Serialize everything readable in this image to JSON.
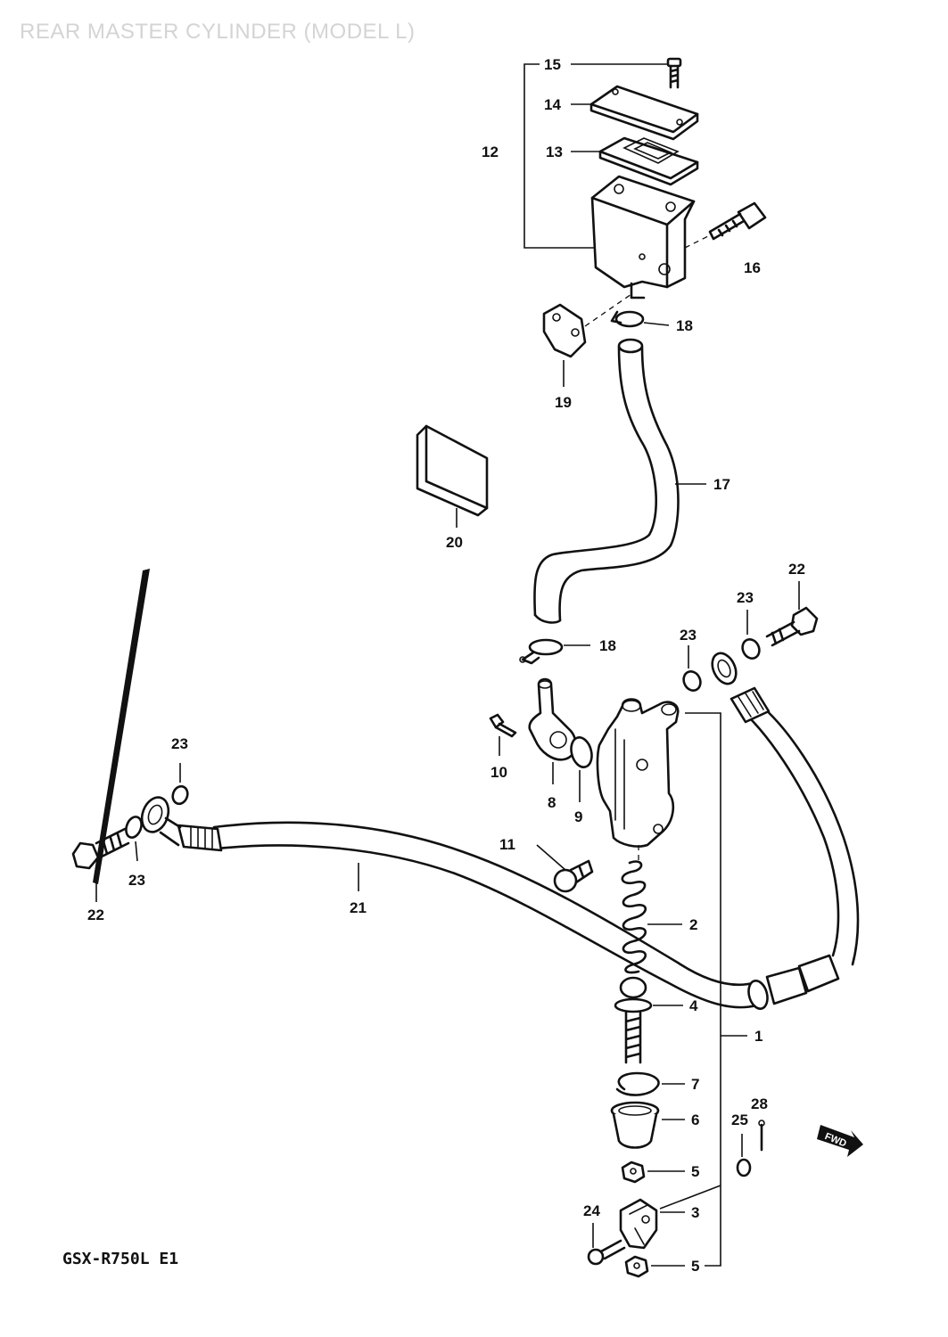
{
  "title": "REAR MASTER CYLINDER (MODEL L)",
  "model_code": "GSX-R750L  E1",
  "forward_label": "FWD",
  "callouts": [
    {
      "id": "c15",
      "label": "15"
    },
    {
      "id": "c14",
      "label": "14"
    },
    {
      "id": "c13",
      "label": "13"
    },
    {
      "id": "c12",
      "label": "12"
    },
    {
      "id": "c16",
      "label": "16"
    },
    {
      "id": "c18a",
      "label": "18"
    },
    {
      "id": "c19",
      "label": "19"
    },
    {
      "id": "c17",
      "label": "17"
    },
    {
      "id": "c20",
      "label": "20"
    },
    {
      "id": "c22a",
      "label": "22"
    },
    {
      "id": "c23a",
      "label": "23"
    },
    {
      "id": "c18b",
      "label": "18"
    },
    {
      "id": "c23b",
      "label": "23"
    },
    {
      "id": "c10",
      "label": "10"
    },
    {
      "id": "c8",
      "label": "8"
    },
    {
      "id": "c9",
      "label": "9"
    },
    {
      "id": "c23c",
      "label": "23"
    },
    {
      "id": "c23d",
      "label": "23"
    },
    {
      "id": "c22b",
      "label": "22"
    },
    {
      "id": "c11",
      "label": "11"
    },
    {
      "id": "c21",
      "label": "21"
    },
    {
      "id": "c2",
      "label": "2"
    },
    {
      "id": "c4",
      "label": "4"
    },
    {
      "id": "c1",
      "label": "1"
    },
    {
      "id": "c7",
      "label": "7"
    },
    {
      "id": "c6",
      "label": "6"
    },
    {
      "id": "c28",
      "label": "28"
    },
    {
      "id": "c25",
      "label": "25"
    },
    {
      "id": "c5a",
      "label": "5"
    },
    {
      "id": "c3",
      "label": "3"
    },
    {
      "id": "c24",
      "label": "24"
    },
    {
      "id": "c5b",
      "label": "5"
    }
  ]
}
